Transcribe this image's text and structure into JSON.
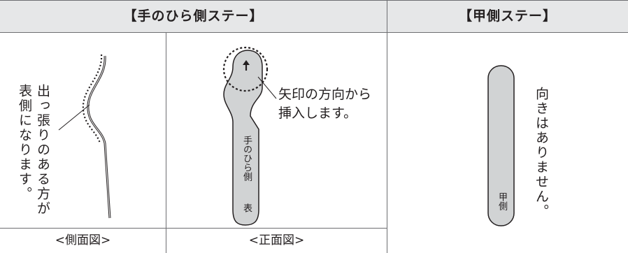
{
  "headers": {
    "palm_side_stay": "【手のひら側ステー】",
    "back_side_stay": "【甲側ステー】"
  },
  "side_view": {
    "note_line1": "出っ張りのある方が",
    "note_line2": "表側になります。",
    "caption": "<側面図>"
  },
  "front_view": {
    "insert_note_line1": "矢印の方向から",
    "insert_note_line2": "挿入します。",
    "stay_label": "手のひら側",
    "surface_label": "表",
    "caption": "<正面図>"
  },
  "back_stay": {
    "stay_label": "甲側",
    "orientation_note": "向きはありません。"
  },
  "icons": {
    "arrow": "up-arrow-icon"
  },
  "colors": {
    "header_bg": "#e6e7e8",
    "stay_fill": "#d1d3d4",
    "line": "#231f20"
  }
}
